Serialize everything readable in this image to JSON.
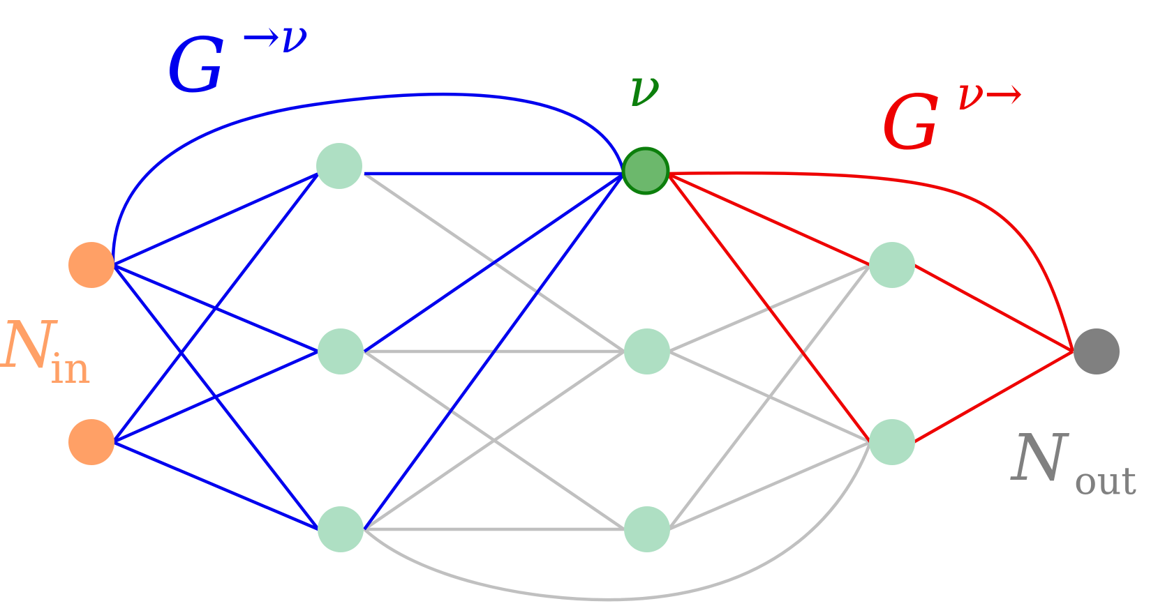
{
  "colors": {
    "background": "#ffffff",
    "input_node": "#ffa066",
    "hidden_node": "#aedfc3",
    "target_node_fill": "#6cb86c",
    "target_node_stroke": "#0c7f0c",
    "output_node": "#808080",
    "path_to_target": "#0000ee",
    "path_from_target": "#ee0000",
    "other_edges": "#c0c0c0"
  },
  "labels": {
    "to_target": {
      "base": "G",
      "sup": "→ν",
      "color": "#0000ee"
    },
    "from_target": {
      "base": "G",
      "sup": "ν→",
      "color": "#ee0000"
    },
    "target": {
      "text": "ν",
      "color": "#0c7f0c"
    },
    "inputs": {
      "base": "N",
      "sub": "in",
      "color": "#ffa066"
    },
    "outputs": {
      "base": "N",
      "sub": "out",
      "color": "#808080"
    }
  },
  "nodes": [
    {
      "id": "in1",
      "layer": "input",
      "index": 0
    },
    {
      "id": "in2",
      "layer": "input",
      "index": 1
    },
    {
      "id": "h1a",
      "layer": "hidden-1",
      "index": 0
    },
    {
      "id": "h1b",
      "layer": "hidden-1",
      "index": 1
    },
    {
      "id": "h1c",
      "layer": "hidden-1",
      "index": 2
    },
    {
      "id": "v",
      "layer": "hidden-2",
      "index": 0,
      "target": true
    },
    {
      "id": "h2b",
      "layer": "hidden-2",
      "index": 1
    },
    {
      "id": "h2c",
      "layer": "hidden-2",
      "index": 2
    },
    {
      "id": "h3a",
      "layer": "hidden-3",
      "index": 0
    },
    {
      "id": "h3b",
      "layer": "hidden-3",
      "index": 1
    },
    {
      "id": "out",
      "layer": "output",
      "index": 0
    }
  ],
  "edges": [
    {
      "from": "h1a",
      "to": "h2b",
      "group": "other"
    },
    {
      "from": "h1b",
      "to": "h2b",
      "group": "other"
    },
    {
      "from": "h1b",
      "to": "h2c",
      "group": "other"
    },
    {
      "from": "h1c",
      "to": "h2b",
      "group": "other"
    },
    {
      "from": "h1c",
      "to": "h2c",
      "group": "other"
    },
    {
      "from": "h2b",
      "to": "h3a",
      "group": "other"
    },
    {
      "from": "h2b",
      "to": "h3b",
      "group": "other"
    },
    {
      "from": "h2c",
      "to": "h3a",
      "group": "other"
    },
    {
      "from": "h2c",
      "to": "h3b",
      "group": "other"
    },
    {
      "from": "h1c",
      "to": "h3b",
      "group": "other",
      "curved": true
    },
    {
      "from": "in1",
      "to": "h1a",
      "group": "to-target"
    },
    {
      "from": "in1",
      "to": "h1b",
      "group": "to-target"
    },
    {
      "from": "in1",
      "to": "h1c",
      "group": "to-target"
    },
    {
      "from": "in2",
      "to": "h1a",
      "group": "to-target"
    },
    {
      "from": "in2",
      "to": "h1b",
      "group": "to-target"
    },
    {
      "from": "in2",
      "to": "h1c",
      "group": "to-target"
    },
    {
      "from": "h1a",
      "to": "v",
      "group": "to-target"
    },
    {
      "from": "h1b",
      "to": "v",
      "group": "to-target"
    },
    {
      "from": "h1c",
      "to": "v",
      "group": "to-target"
    },
    {
      "from": "in1",
      "to": "v",
      "group": "to-target",
      "curved": true
    },
    {
      "from": "v",
      "to": "h3a",
      "group": "from-target"
    },
    {
      "from": "v",
      "to": "h3b",
      "group": "from-target"
    },
    {
      "from": "h3a",
      "to": "out",
      "group": "from-target"
    },
    {
      "from": "h3b",
      "to": "out",
      "group": "from-target"
    },
    {
      "from": "v",
      "to": "out",
      "group": "from-target",
      "curved": true
    }
  ]
}
